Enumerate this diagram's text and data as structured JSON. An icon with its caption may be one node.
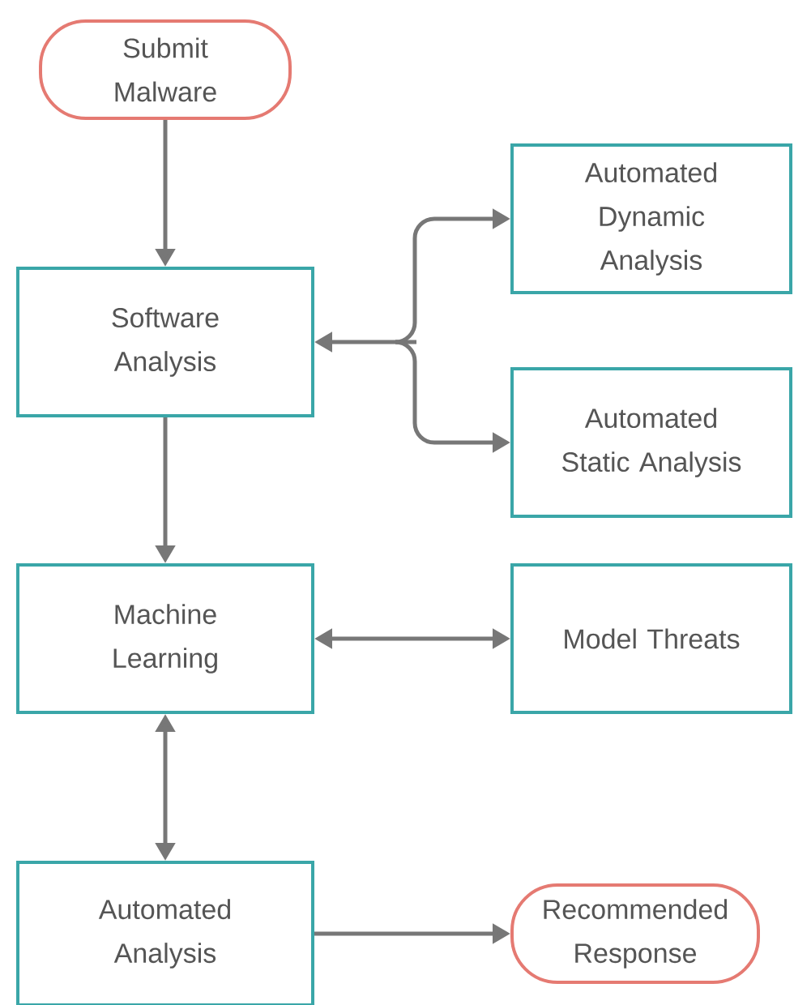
{
  "diagram": {
    "nodes": [
      {
        "text": [
          "Submit Malware"
        ]
      },
      {
        "text": [
          "Software Analysis"
        ]
      },
      {
        "text": [
          "Automated Dynamic Analysis"
        ]
      },
      {
        "text": [
          "Automated Static Analysis"
        ]
      },
      {
        "text": [
          "Machine Learning"
        ]
      },
      {
        "text": [
          "Model Threats"
        ]
      },
      {
        "text": [
          "Automated Analysis"
        ]
      },
      {
        "text": [
          "Recommended Response"
        ]
      }
    ],
    "edges": [
      {
        "from": 0,
        "to": 1,
        "arrow": "to"
      },
      {
        "from": 1,
        "to": 2,
        "arrow": "both"
      },
      {
        "from": 1,
        "to": 3,
        "arrow": "both"
      },
      {
        "from": 1,
        "to": 4,
        "arrow": "to"
      },
      {
        "from": 4,
        "to": 5,
        "arrow": "both"
      },
      {
        "from": 4,
        "to": 6,
        "arrow": "both"
      },
      {
        "from": 6,
        "to": 7,
        "arrow": "to"
      }
    ]
  }
}
